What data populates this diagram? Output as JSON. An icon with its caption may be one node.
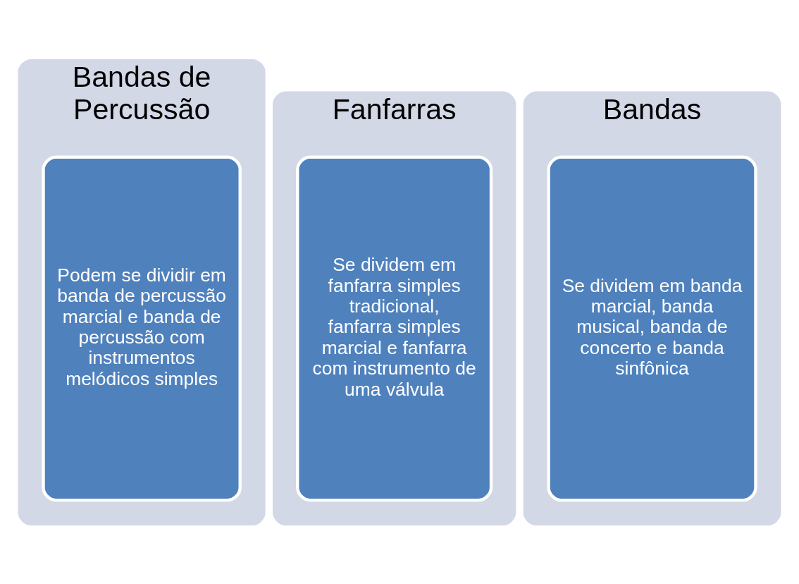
{
  "diagram": {
    "nodes": [
      {
        "text": [
          "Bandas de Percussão"
        ]
      },
      {
        "text": [
          "Podem se dividir em banda de percussão marcial e banda de percussão com instrumentos melódicos simples"
        ],
        "in": 0
      },
      {
        "text": [
          "Fanfarras"
        ]
      },
      {
        "text": [
          "Se dividem em fanfarra simples tradicional, fanfarra simples marcial e fanfarra com instrumento de uma válvula"
        ],
        "in": 2
      },
      {
        "text": [
          "Bandas"
        ]
      },
      {
        "text": [
          "Se dividem em banda marcial, banda musical, banda de concerto e banda sinfônica"
        ],
        "in": 4
      }
    ],
    "edges": []
  }
}
